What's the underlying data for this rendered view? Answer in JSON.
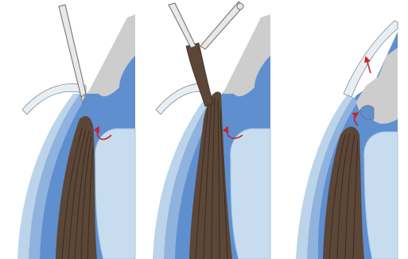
{
  "figure": {
    "panel_count": 3,
    "panels": [
      {
        "step": 1,
        "instrument": "scalpel-blade",
        "features": [
          "scleral-flap",
          "iris-base",
          "aqueous-flow-arrow"
        ]
      },
      {
        "step": 2,
        "instrument": "forceps-scissors",
        "features": [
          "scleral-flap",
          "iris-grasped",
          "aqueous-flow-arrow"
        ]
      },
      {
        "step": 3,
        "instrument": "none",
        "features": [
          "sutured-flap",
          "iridectomy-opening",
          "aqueous-flow-arrows"
        ]
      }
    ],
    "colors": {
      "background": "#ffffff",
      "anterior_chamber": "#5f8fcf",
      "cornea_outer": "#bcd4ea",
      "cornea_inner": "#8fb3de",
      "sclera": "#cdcdcd",
      "iris": "#5b4637",
      "iris_lines": "#2b1e15",
      "lens": "#c7ddef",
      "lens_edge": "#a9c5e2",
      "instrument": "#e8e8e8",
      "instrument_outline": "#6a6a6a",
      "flow_arrow": "#c3262b"
    }
  }
}
